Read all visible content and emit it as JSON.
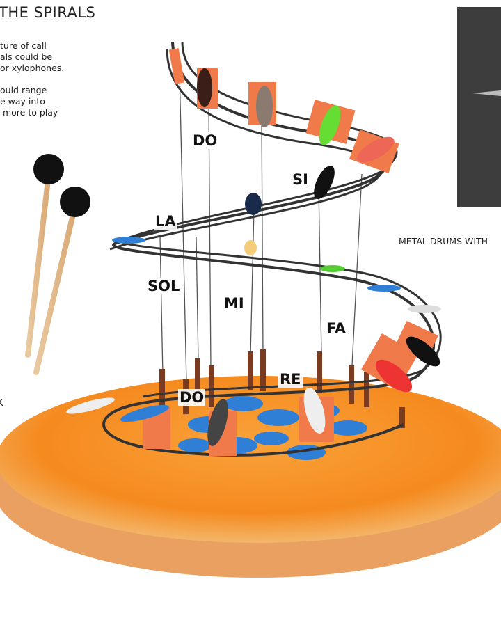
{
  "heading": "THE SPIRALS",
  "description": {
    "paragraph1": [
      "ture of call",
      "als could be",
      "or xylophones."
    ],
    "paragraph2": [
      "ould range",
      "e way into",
      " more to play"
    ]
  },
  "caption_right": "METAL DRUMS WITH",
  "left_fragment": "K",
  "note_labels": [
    "DO",
    "SI",
    "LA",
    "SOL",
    "MI",
    "FA",
    "RE",
    "DO"
  ],
  "colors": {
    "base": "#f58a1f",
    "track_pads": "#f07a4a",
    "tracks": "#333333",
    "drums": "#2f7fd6",
    "panel": "#3d3d3d"
  }
}
